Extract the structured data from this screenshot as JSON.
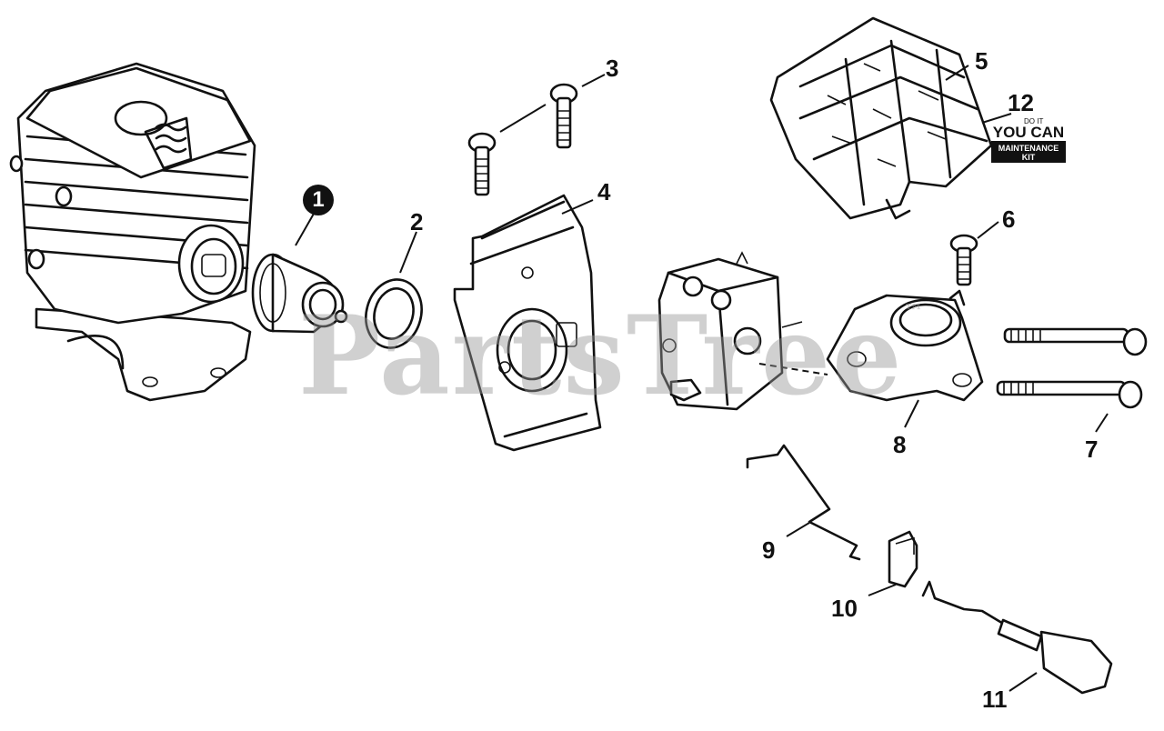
{
  "watermark": {
    "text": "PartsTree",
    "mark": "™"
  },
  "badge": {
    "line1": "YOU CAN",
    "line2": "MAINTENANCE KIT",
    "superscript": "DO IT"
  },
  "callouts": [
    {
      "id": "1",
      "label": "1",
      "highlighted": true
    },
    {
      "id": "2",
      "label": "2"
    },
    {
      "id": "3",
      "label": "3"
    },
    {
      "id": "4",
      "label": "4"
    },
    {
      "id": "5",
      "label": "5"
    },
    {
      "id": "6",
      "label": "6"
    },
    {
      "id": "7",
      "label": "7"
    },
    {
      "id": "8",
      "label": "8"
    },
    {
      "id": "9",
      "label": "9"
    },
    {
      "id": "10",
      "label": "10"
    },
    {
      "id": "11",
      "label": "11"
    },
    {
      "id": "12",
      "label": "12"
    }
  ],
  "colors": {
    "ink": "#111111",
    "background": "#ffffff",
    "watermark": "#969696"
  }
}
